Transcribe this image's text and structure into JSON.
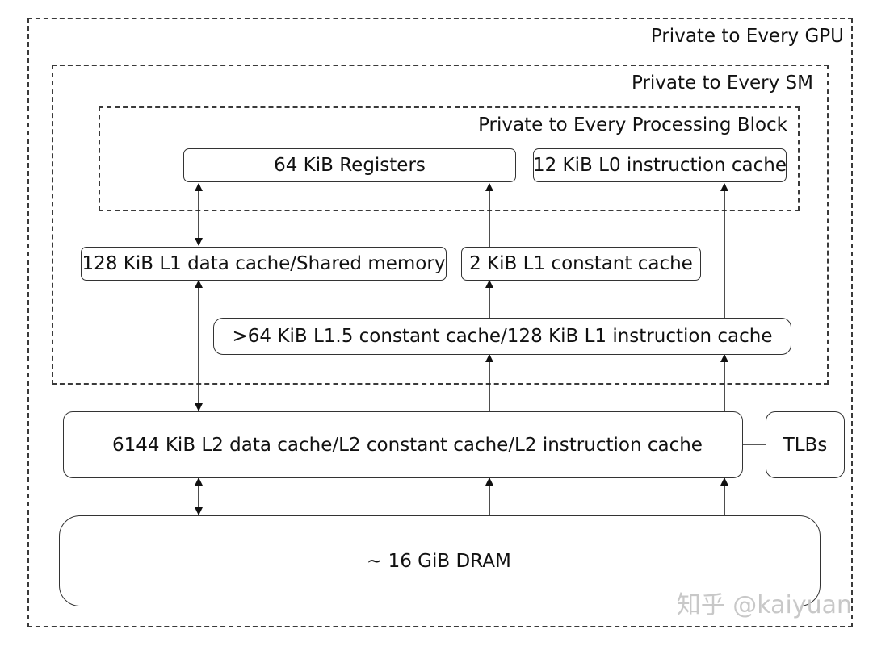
{
  "regions": {
    "gpu": "Private to Every GPU",
    "sm": "Private to Every SM",
    "block": "Private to Every Processing Block"
  },
  "boxes": {
    "registers": "64 KiB Registers",
    "l0_icache": "12 KiB L0 instruction cache",
    "l1_data": "128 KiB L1 data cache/Shared memory",
    "l1_const": "2 KiB L1 constant cache",
    "l15": ">64 KiB L1.5 constant cache/128 KiB L1 instruction cache",
    "l2": "6144 KiB L2 data cache/L2 constant cache/L2 instruction cache",
    "tlbs": "TLBs",
    "dram": "~ 16 GiB DRAM"
  },
  "watermark": "知乎 @kaiyuan"
}
